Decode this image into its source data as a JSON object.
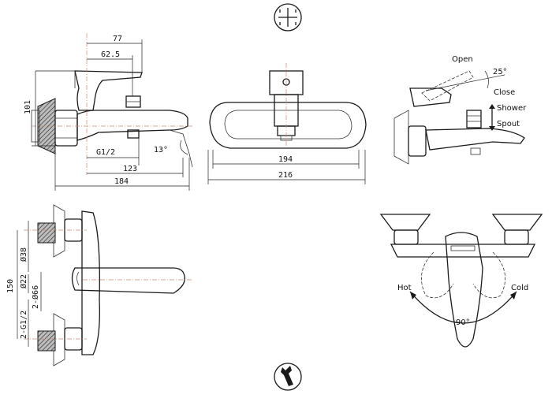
{
  "icons": {
    "top": "four-way-tap-icon",
    "bottom": "wrench-icon"
  },
  "side_view": {
    "dim_77": "77",
    "dim_62_5": "62.5",
    "dim_101": "101",
    "dim_thread": "G1/2",
    "dim_angle": "13°",
    "dim_123": "123",
    "dim_184": "184"
  },
  "front_view": {
    "dim_194": "194",
    "dim_216": "216"
  },
  "operation_view": {
    "open": "Open",
    "angle_25": "25°",
    "close": "Close",
    "shower": "Shower",
    "spout": "Spout"
  },
  "top_view": {
    "dim_150": "150",
    "dim_38": "Ø38",
    "dim_22": "Ø22",
    "dim_66": "2-Ø66",
    "dim_g12": "2-G1/2"
  },
  "rotation_view": {
    "hot": "Hot",
    "cold": "Cold",
    "angle_90": "90°"
  },
  "colors": {
    "line": "#1a1a1a",
    "centerline": "#c98a72"
  }
}
